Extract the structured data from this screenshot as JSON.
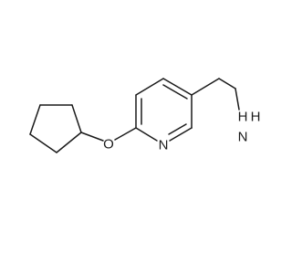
{
  "molecule": {
    "atoms": {
      "oxygen": "O",
      "nitrogen_ring": "N",
      "amine_n": "N",
      "amine_h1": "H",
      "amine_h2": "H"
    }
  }
}
